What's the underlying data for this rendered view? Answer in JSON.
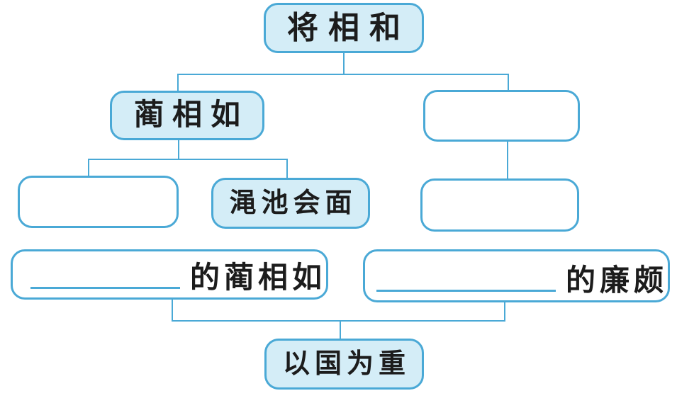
{
  "diagram": {
    "type": "flowchart",
    "topic": "将相和",
    "nodes": {
      "root": {
        "label": "将相和",
        "filled": true
      },
      "lin": {
        "label": "蔺相如",
        "filled": true
      },
      "branch_right": {
        "label": "",
        "filled": false
      },
      "event_left": {
        "label": "",
        "filled": false
      },
      "mianchi": {
        "label": "渑池会面",
        "filled": true
      },
      "event_right": {
        "label": "",
        "filled": false
      },
      "fill_left": {
        "blank": "",
        "suffix": "的蔺相如"
      },
      "fill_right": {
        "blank": "",
        "suffix": "的廉颇"
      },
      "conclusion": {
        "label": "以国为重",
        "filled": true
      }
    }
  },
  "colors": {
    "node_border": "#4aa9d6",
    "node_fill": "#d4edf7",
    "line": "#4aa9d6",
    "ink": "#1c1c1c",
    "bg": "#ffffff"
  }
}
